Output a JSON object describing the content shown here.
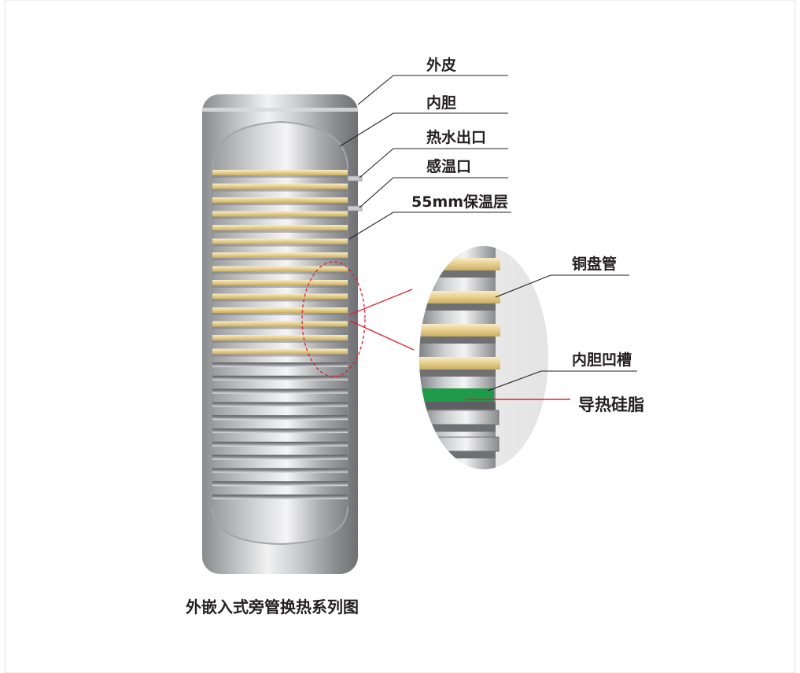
{
  "title": "外嵌入式旁管换热系列图",
  "labels": {
    "outer_skin": "外皮",
    "inner_tank": "内胆",
    "hot_water_outlet": "热水出口",
    "temp_sensor_port": "感温口",
    "insulation": "55mm保温层",
    "copper_coil": "铜盘管",
    "inner_tank_groove": "内胆凹槽",
    "thermal_grease": "导热硅脂"
  },
  "colors": {
    "steel_dark": "#7d7e82",
    "steel_light": "#e9eaec",
    "copper_pipe": "#ecd9a2",
    "thermal_grease": "#1f9a4a",
    "highlight_line": "#d9232d",
    "leader_line": "#231f20"
  }
}
